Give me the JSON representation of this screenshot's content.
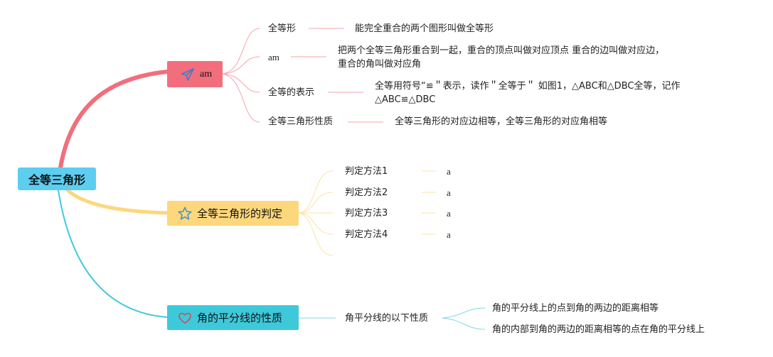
{
  "root": {
    "label": "全等三角形"
  },
  "branches": [
    {
      "label": "am",
      "icon": "paper-plane-icon",
      "color": "#f26e7c",
      "items": [
        {
          "label": "全等形",
          "desc": "能完全重合的两个图形叫做全等形"
        },
        {
          "label": "am",
          "desc_lines": [
            "把两个全等三角形重合到一起，重合的顶点叫做对应顶点 重合的边叫做对应边，",
            "重合的角叫做对应角"
          ]
        },
        {
          "label": "全等的表示",
          "desc_lines": [
            "全等用符号“≌＂表示，读作＂全等于＂ 如图1，△ABC和△DBC全等，记作",
            "△ABC≌△DBC"
          ]
        },
        {
          "label": "全等三角形性质",
          "desc": "全等三角形的对应边相等，全等三角形的对应角相等"
        }
      ]
    },
    {
      "label": "全等三角形的判定",
      "icon": "star-icon",
      "color": "#fcd77c",
      "items": [
        {
          "label": "判定方法1",
          "desc": "a"
        },
        {
          "label": "判定方法2",
          "desc": "a"
        },
        {
          "label": "判定方法3",
          "desc": "a"
        },
        {
          "label": "判定方法4",
          "desc": "a"
        }
      ]
    },
    {
      "label": "角的平分线的性质",
      "icon": "heart-icon",
      "color": "#3ec9da",
      "items": [
        {
          "label": "角平分线的以下性质",
          "subs": [
            "角的平分线上的点到角的两边的距离相等",
            "角的内部到角的两边的距离相等的点在角的平分线上"
          ]
        }
      ]
    }
  ]
}
